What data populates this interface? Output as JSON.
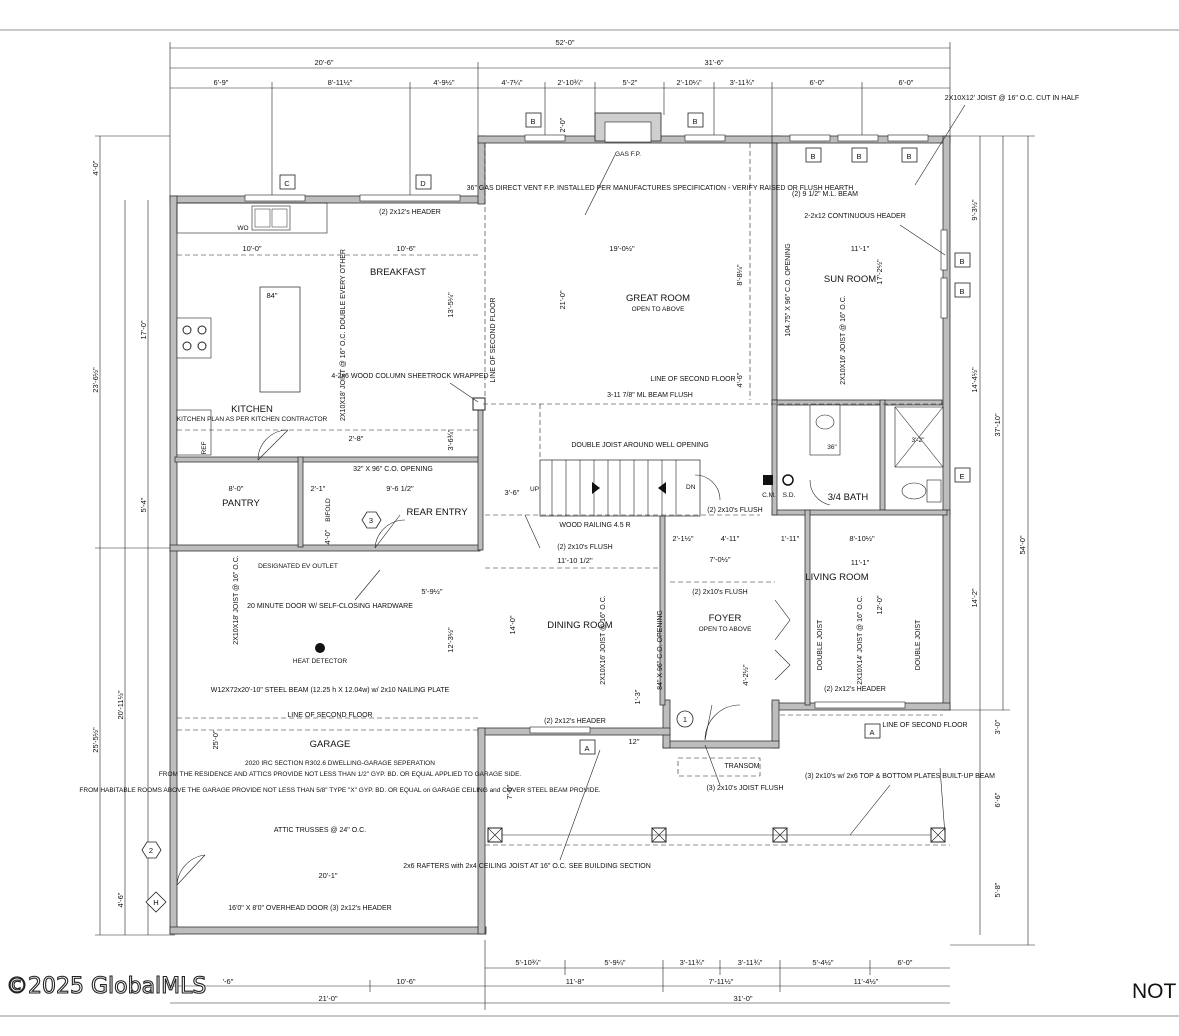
{
  "overall_dims": {
    "top_total": "52'-0\"",
    "top_left": "20'-6\"",
    "top_right": "31'-6\"",
    "right_total": "54'-0\"",
    "right_mid": "37'-10\"",
    "left_upper": "23'-6½\"",
    "left_lower": "25'-5½\"",
    "left_garage": "20'-11½\"",
    "bottom_left": "21'-0\"",
    "bottom_right": "31'-0\""
  },
  "top_dims": [
    "6'-9\"",
    "8'-11½\"",
    "4'-9½\"",
    "4'-7¼\"",
    "2'-10¾\"",
    "5'-2\"",
    "2'-10¼\"",
    "3'-11¾\"",
    "6'-0\"",
    "6'-0\""
  ],
  "bottom_dims_row1": [
    "5'-10¾\"",
    "5'-9¼\"",
    "3'-11¾\"",
    "3'-11¾\"",
    "5'-4½\"",
    "6'-0\""
  ],
  "bottom_dims_row2": [
    "'-6\"",
    "10'-6\"",
    "11'-8\"",
    "7'-11½\"",
    "11'-4½\""
  ],
  "right_dims": [
    "9'-3½\"",
    "14'-4½\"",
    "14'-2\"",
    "3'-0\"",
    "6'-6\"",
    "5'-8\""
  ],
  "left_dims": [
    "4'-0\"",
    "17'-0\"",
    "5'-4\"",
    "25'-0\"",
    "4'-6\""
  ],
  "rooms": {
    "breakfast": "BREAKFAST",
    "kitchen": "KITCHEN",
    "kitchen_note": "KITCHEN PLAN AS PER KITCHEN CONTRACTOR",
    "great_room": "GREAT ROOM",
    "great_room_sub": "OPEN TO ABOVE",
    "sun_room": "SUN ROOM",
    "pantry": "PANTRY",
    "rear_entry": "REAR ENTRY",
    "bath": "3/4 BATH",
    "dining": "DINING ROOM",
    "foyer": "FOYER",
    "foyer_sub": "OPEN TO ABOVE",
    "living": "LIVING ROOM",
    "garage": "GARAGE"
  },
  "notes": {
    "joist_top": "2X10X12' JOIST @ 16\" O.C. CUT IN HALF",
    "gas_fp": "GAS F.P.",
    "fp_note": "36\" GAS DIRECT VENT F.P. INSTALLED PER MANUFACTURES SPECIFICATION - VERIFY RAISED OR FLUSH HEARTH",
    "header_kitchen": "(2) 2x12's HEADER",
    "ml_beam": "(2) 9 1/2\" M.L. BEAM",
    "continuous_header": "2-2x12 CONTINUOUS HEADER",
    "co_opening_sun": "104.75\" X 96\" C.O. OPENING",
    "joist_breakfast": "2X10X18' JOIST @ 16\" O.C. DOUBLE EVERY OTHER",
    "wood_column": "4-2x6 WOOD COLUMN SHEETROCK WRAPPED",
    "second_floor_v": "LINE OF SECOND FLOOR",
    "second_floor_gr": "LINE OF SECOND FLOOR",
    "ml_beam_flush": "3-11 7/8\" ML BEAM FLUSH",
    "joist_sun": "2X10X16' JOIST @ 16\" O.C.",
    "double_joist": "DOUBLE JOIST AROUND WELL OPENING",
    "co_opening_pantry": "32\" X 96\" C.O. OPENING",
    "bifold": "BIFOLD",
    "wood_railing": "WOOD RAILING 4.5 R",
    "flush_2x10": "(2) 2x10's FLUSH",
    "flush_2x10_b": "(2) 2x10's FLUSH",
    "flush_2x10_c": "(2) 2x10's FLUSH",
    "cm": "C.M.",
    "sd": "S.D.",
    "ev_outlet": "DESIGNATED EV OUTLET",
    "door_20min": "20 MINUTE DOOR W/ SELF-CLOSING HARDWARE",
    "joist_garage": "2X10X18' JOIST @ 16\" O.C.",
    "heat_detector": "HEAT DETECTOR",
    "steel_beam": "W12X72x20'-10\" STEEL BEAM (12.25 h X 12.04w) w/ 2x10 NAILING PLATE",
    "second_floor_garage": "LINE OF SECOND FLOOR",
    "irc_title": "2020 IRC SECTION R302.6 DWELLING-GARAGE SEPERATION",
    "irc_1": "FROM THE RESIDENCE AND ATTICS PROVIDE NOT LESS THAN 1/2\" GYP. BD. OR EQUAL APPLIED TO GARAGE SIDE.",
    "irc_2": "FROM HABITABLE ROOMS ABOVE THE GARAGE PROVIDE NOT LESS THAN 5/8\" TYPE \"X\" GYP. BD. OR EQUAL on GARAGE CEILING and COVER STEEL BEAM PROVIDE.",
    "attic_trusses": "ATTIC TRUSSES @ 24\" O.C.",
    "overhead_door": "16'0\" X 8'0\" OVERHEAD DOOR (3) 2x12's HEADER",
    "joist_dining": "2X10X16' JOIST @ 16\" O.C.",
    "header_dining": "(2) 2x12's HEADER",
    "co_opening_foyer": "84\" X 96\" C.O. OPENING",
    "joist_living": "2X10X14' JOIST @ 16\" O.C.",
    "double_joist_l": "DOUBLE JOIST",
    "double_joist_r": "DOUBLE JOIST",
    "header_living": "(2) 2x12's HEADER",
    "second_floor_living": "LINE OF SECOND FLOOR",
    "transom": "TRANSOM",
    "joist_flush_3": "(3) 2x10's JOIST FLUSH",
    "built_up_beam": "(3) 2x10's w/ 2x6 TOP & BOTTOM PLATES BUILT-UP BEAM",
    "rafters": "2x6 RAFTERS with 2x4 CEILING JOIST AT 16\" O.C. SEE BUILDING SECTION",
    "line_second_floor_gr2": "LINE OF SECOND FLOOR",
    "island": "84\"",
    "shower": "3'-2\"",
    "vanity": "36\"",
    "wo": "WO",
    "ref": "REF",
    "up": "UP",
    "dn": "DN",
    "dim_21": "21'-0\"",
    "dim_19": "19'-0½\"",
    "dim_11_1": "11'-1\"",
    "dim_10_0": "10'-0\"",
    "dim_10_6": "10'-6\"",
    "dim_13": "13'-5¼\"",
    "dim_3_6": "3'-6¾\"",
    "dim_2_8": "2'-8\"",
    "dim_9_6": "9'-6 1/2\"",
    "dim_8_0": "8'-0\"",
    "dim_2_1": "2'-1\"",
    "dim_4_0": "4'-0\"",
    "dim_3_6b": "3'-6\"",
    "dim_11_10": "11'-10 1/2\"",
    "dim_5_9": "5'-9½\"",
    "dim_12_3": "12'-3½\"",
    "dim_14_0": "14'-0\"",
    "dim_7_0": "7'-0½\"",
    "dim_4_11": "4'-11\"",
    "dim_2_1b": "2'-1½\"",
    "dim_1_11": "1'-11\"",
    "dim_8_10": "8'-10½\"",
    "dim_11_1b": "11'-1\"",
    "dim_12_0": "12'-0\"",
    "dim_20_1": "20'-1\"",
    "dim_7_6": "7'-6\"",
    "dim_4_2": "4'-2½\"",
    "dim_1_3": "1'-3\"",
    "dim_12b": "12\"",
    "dim_17_2": "17'-2½\"",
    "dim_8_8": "8'-8¼\"",
    "dim_4_6": "4'-6\"",
    "dim_2_0": "2'-0\""
  },
  "tags": {
    "b": "B",
    "c": "C",
    "d": "D",
    "e": "E",
    "a": "A",
    "n1": "1",
    "n2": "2",
    "n3": "3",
    "h": "H"
  },
  "footer": {
    "copyright": "©2025 GlobalMLS",
    "note": "NOT"
  }
}
